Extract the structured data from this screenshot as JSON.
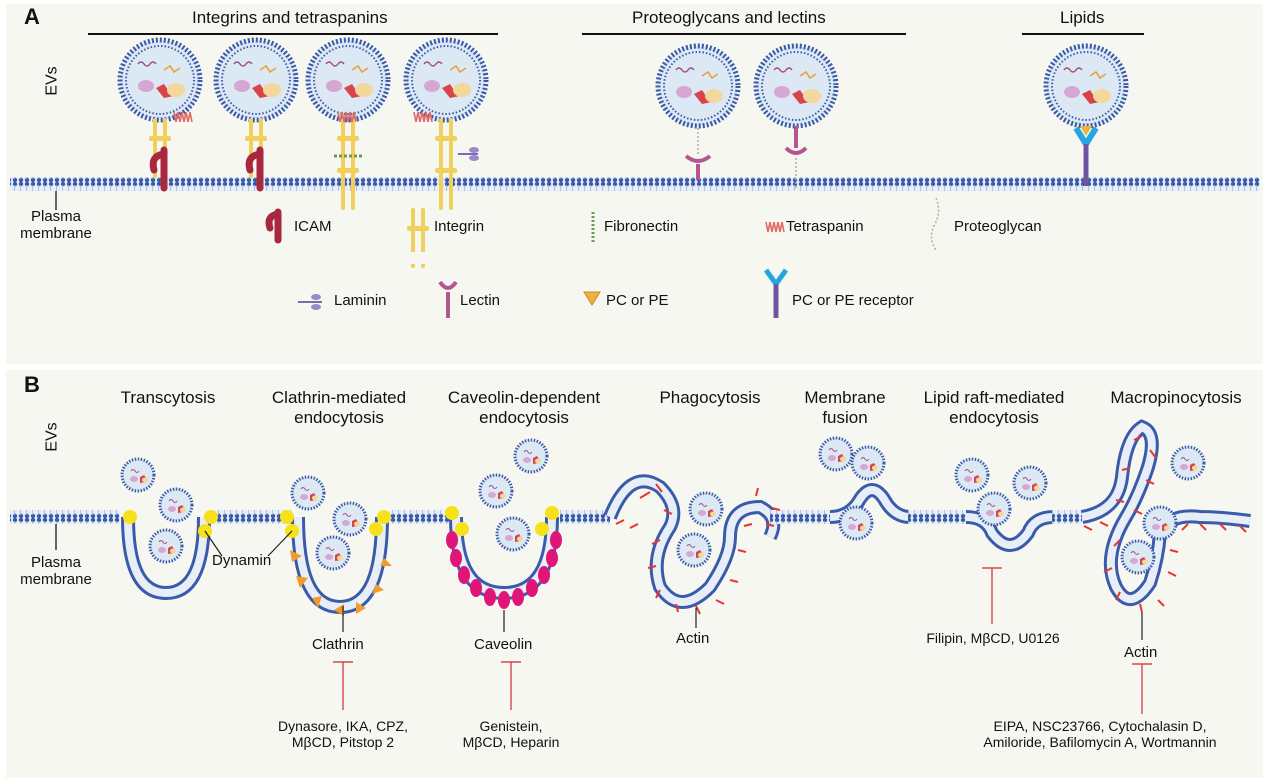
{
  "panel_a": {
    "label": "A",
    "categories": [
      "Integrins and tetraspanins",
      "Proteoglycans and lectins",
      "Lipids"
    ],
    "evs_label": "EVs",
    "membrane_label": [
      "Plasma",
      "membrane"
    ],
    "legend": [
      "ICAM",
      "Integrin",
      "Fibronectin",
      "Tetraspanin",
      "Proteoglycan",
      "Laminin",
      "Lectin",
      "PC or PE",
      "PC or PE receptor"
    ]
  },
  "panel_b": {
    "label": "B",
    "evs_label": "EVs",
    "membrane_label": [
      "Plasma",
      "membrane"
    ],
    "pathways": [
      [
        "Transcytosis"
      ],
      [
        "Clathrin-mediated",
        "endocytosis"
      ],
      [
        "Caveolin-dependent",
        "endocytosis"
      ],
      [
        "Phagocytosis"
      ],
      [
        "Membrane",
        "fusion"
      ],
      [
        "Lipid raft-mediated",
        "endocytosis"
      ],
      [
        "Macropinocytosis"
      ]
    ],
    "mediators": [
      "Dynamin",
      "Clathrin",
      "Caveolin",
      "Actin",
      "Actin"
    ],
    "inhibitors": {
      "clathrin": [
        "Dynasore, IKA, CPZ,",
        "MβCD, Pitstop 2"
      ],
      "caveolin": [
        "Genistein,",
        "MβCD, Heparin"
      ],
      "lipid_raft": [
        "Filipin, MβCD, U0126"
      ],
      "macropinocytosis": [
        "EIPA, NSC23766, Cytochalasin D,",
        "Amiloride, Bafilomycin A, Wortmannin"
      ]
    }
  },
  "colors": {
    "membrane_blue": "#3a5ba9",
    "ev_fill": "#dde8f5",
    "icam": "#a8283f",
    "integrin": "#f0cf5c",
    "lectin": "#b5568f",
    "receptor_stalk": "#6e55a0",
    "receptor_head": "#22a7e0",
    "dynamin": "#f6e11a",
    "clathrin": "#f39a2e",
    "caveolin": "#e0157a",
    "actin": "#e8352e",
    "inhibitor_line": "#d8474a"
  }
}
